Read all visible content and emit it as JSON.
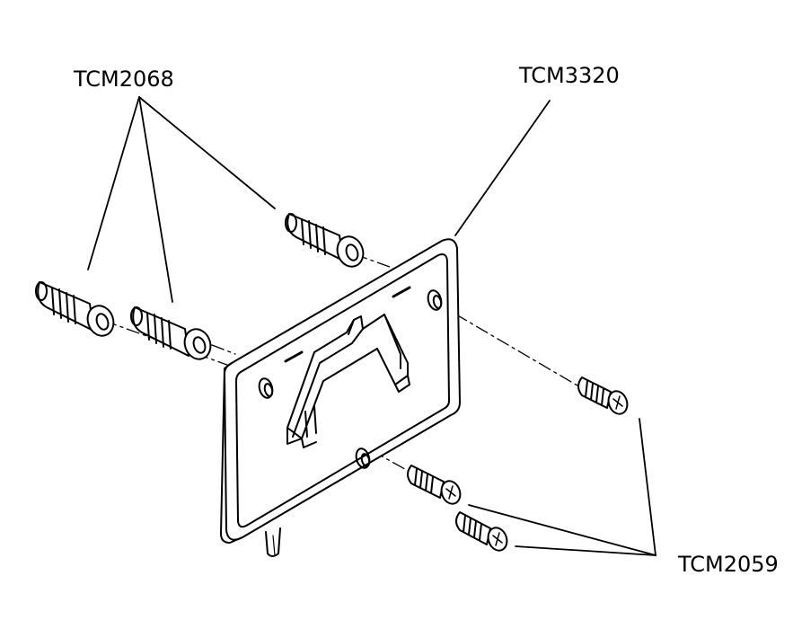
{
  "diagram": {
    "labels": {
      "wall_plug": "TCM2068",
      "bracket": "TCM3320",
      "screw": "TCM2059"
    },
    "colors": {
      "line": "#000000",
      "background": "#ffffff"
    }
  }
}
